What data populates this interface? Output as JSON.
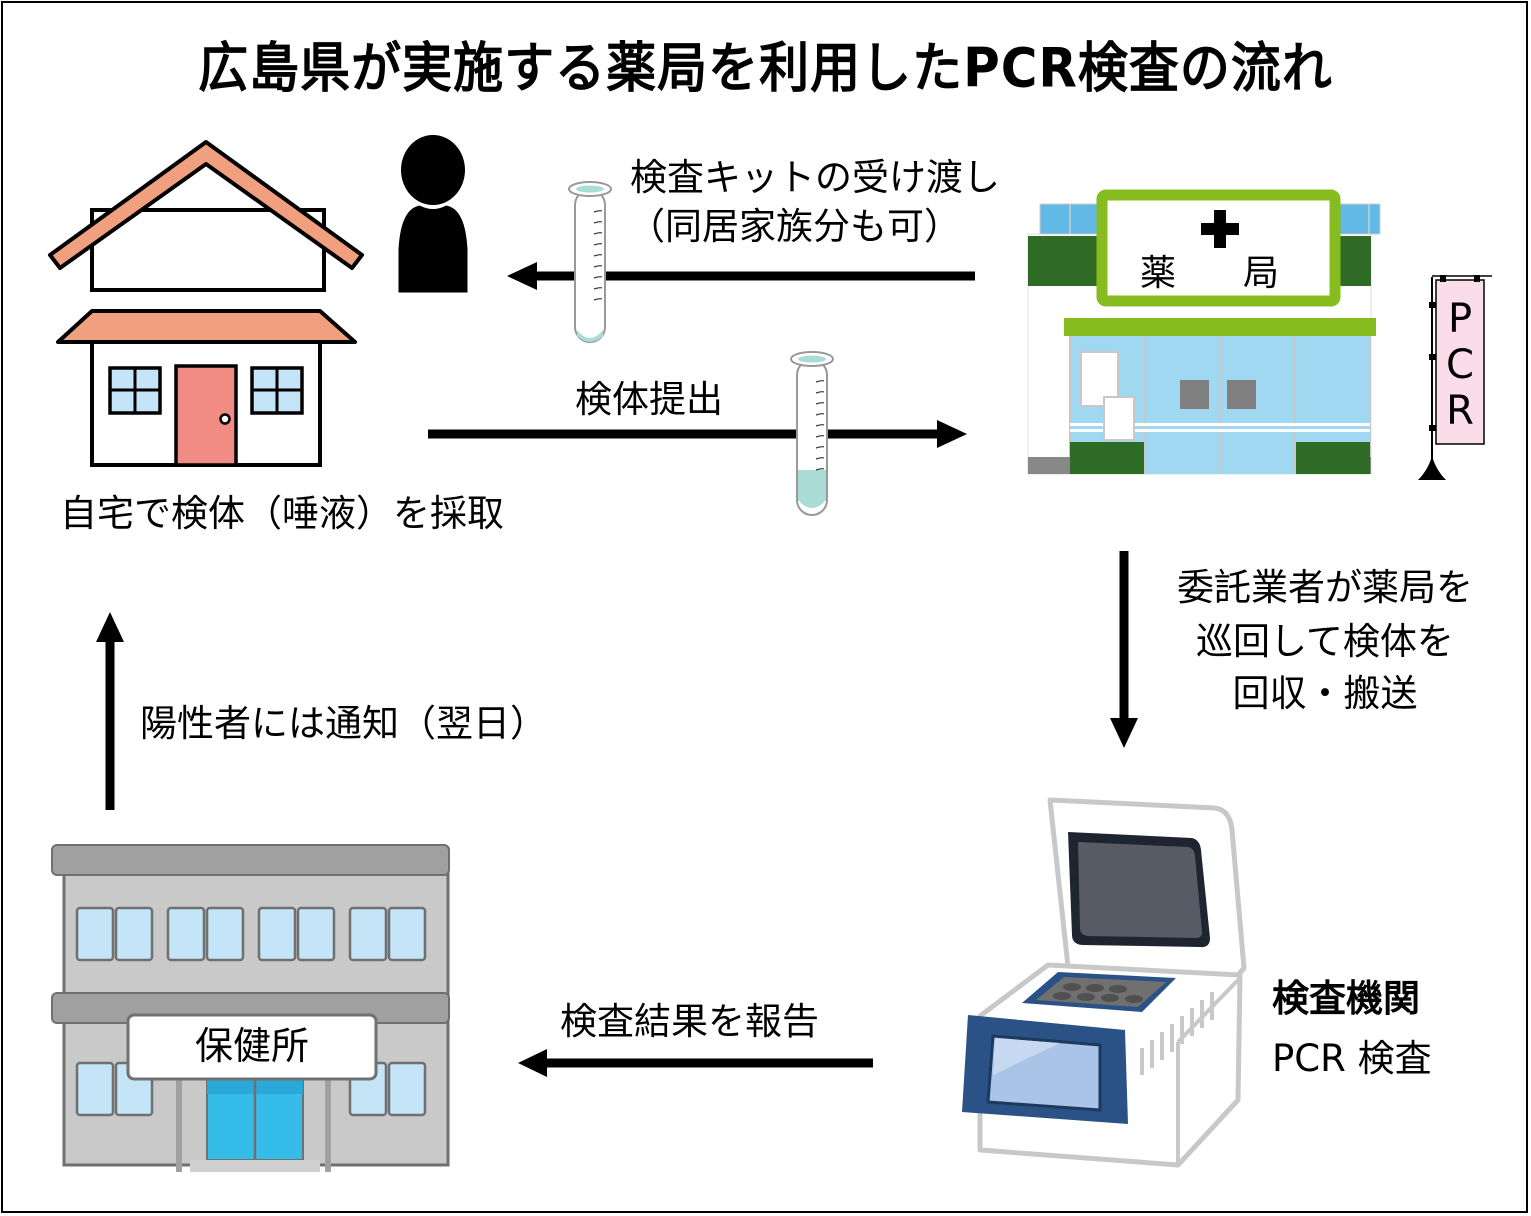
{
  "title": "広島県が実施する薬局を利用したPCR検査の流れ",
  "nodes": {
    "home": {
      "label": "自宅で検体（唾液）を採取"
    },
    "pharmacy": {
      "sign_text_1": "薬",
      "sign_text_2": "局",
      "banner_text": "PCR"
    },
    "lab": {
      "label_line1": "検査機関",
      "label_line2": "PCR 検査"
    },
    "health_center": {
      "sign_text": "保健所"
    }
  },
  "flows": {
    "kit_handover": {
      "line1": "検査キットの受け渡し",
      "line2": "（同居家族分も可）",
      "direction": "left"
    },
    "specimen_submission": {
      "label": "検体提出",
      "direction": "right"
    },
    "collection": {
      "line1": "委託業者が薬局を",
      "line2": "巡回して検体を",
      "line3": "回収・搬送",
      "direction": "down"
    },
    "report": {
      "label": "検査結果を報告",
      "direction": "left"
    },
    "notification": {
      "label": "陽性者には通知（翌日）",
      "direction": "up"
    }
  },
  "colors": {
    "roof": "#f0a07e",
    "door": "#f08c84",
    "window_blue": "#c4e4f7",
    "pharmacy_green_dark": "#2e6b24",
    "pharmacy_green_light": "#86bc1e",
    "pharmacy_glass": "#a0d8f2",
    "banner_pink": "#fbdde9",
    "building_gray": "#c9c9c9",
    "building_dark": "#a0a0a0",
    "entrance_blue": "#35bce9",
    "machine_navy": "#2b5286",
    "tube_liquid": "#a9dcd4"
  }
}
